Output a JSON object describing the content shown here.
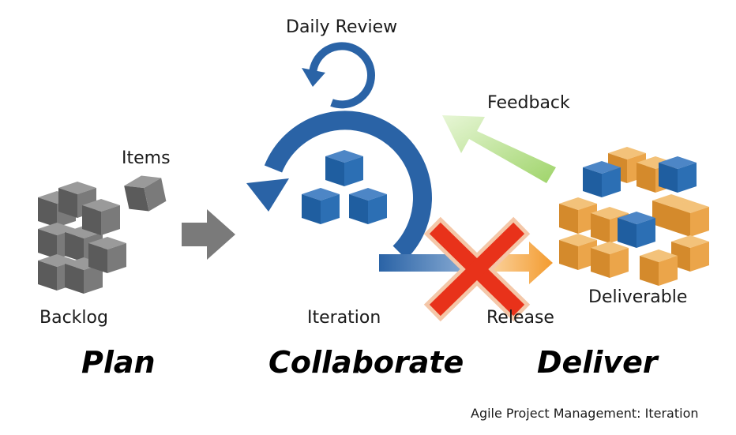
{
  "labels": {
    "daily_review": "Daily Review",
    "feedback": "Feedback",
    "items": "Items",
    "backlog": "Backlog",
    "iteration": "Iteration",
    "release": "Release",
    "deliverable": "Deliverable"
  },
  "phases": {
    "plan": "Plan",
    "collaborate": "Collaborate",
    "deliver": "Deliver"
  },
  "caption": "Agile Project Management: Iteration",
  "colors": {
    "iteration_blue": "#2A63A6",
    "cube_blue": "#1F5EA0",
    "cube_gray": "#6E6E6E",
    "cube_orange": "#E19A3C",
    "feedback_green": "#B8E28C",
    "release_orange": "#F6A94A",
    "cross_red": "#E8321A"
  },
  "icons": [
    "backlog-cubes-icon",
    "item-cube-icon",
    "process-arrow-icon",
    "iteration-cycle-icon",
    "daily-review-cycle-icon",
    "iteration-cubes-icon",
    "release-arrow-icon",
    "blocked-cross-icon",
    "feedback-arrow-icon",
    "deliverable-cubes-icon"
  ]
}
